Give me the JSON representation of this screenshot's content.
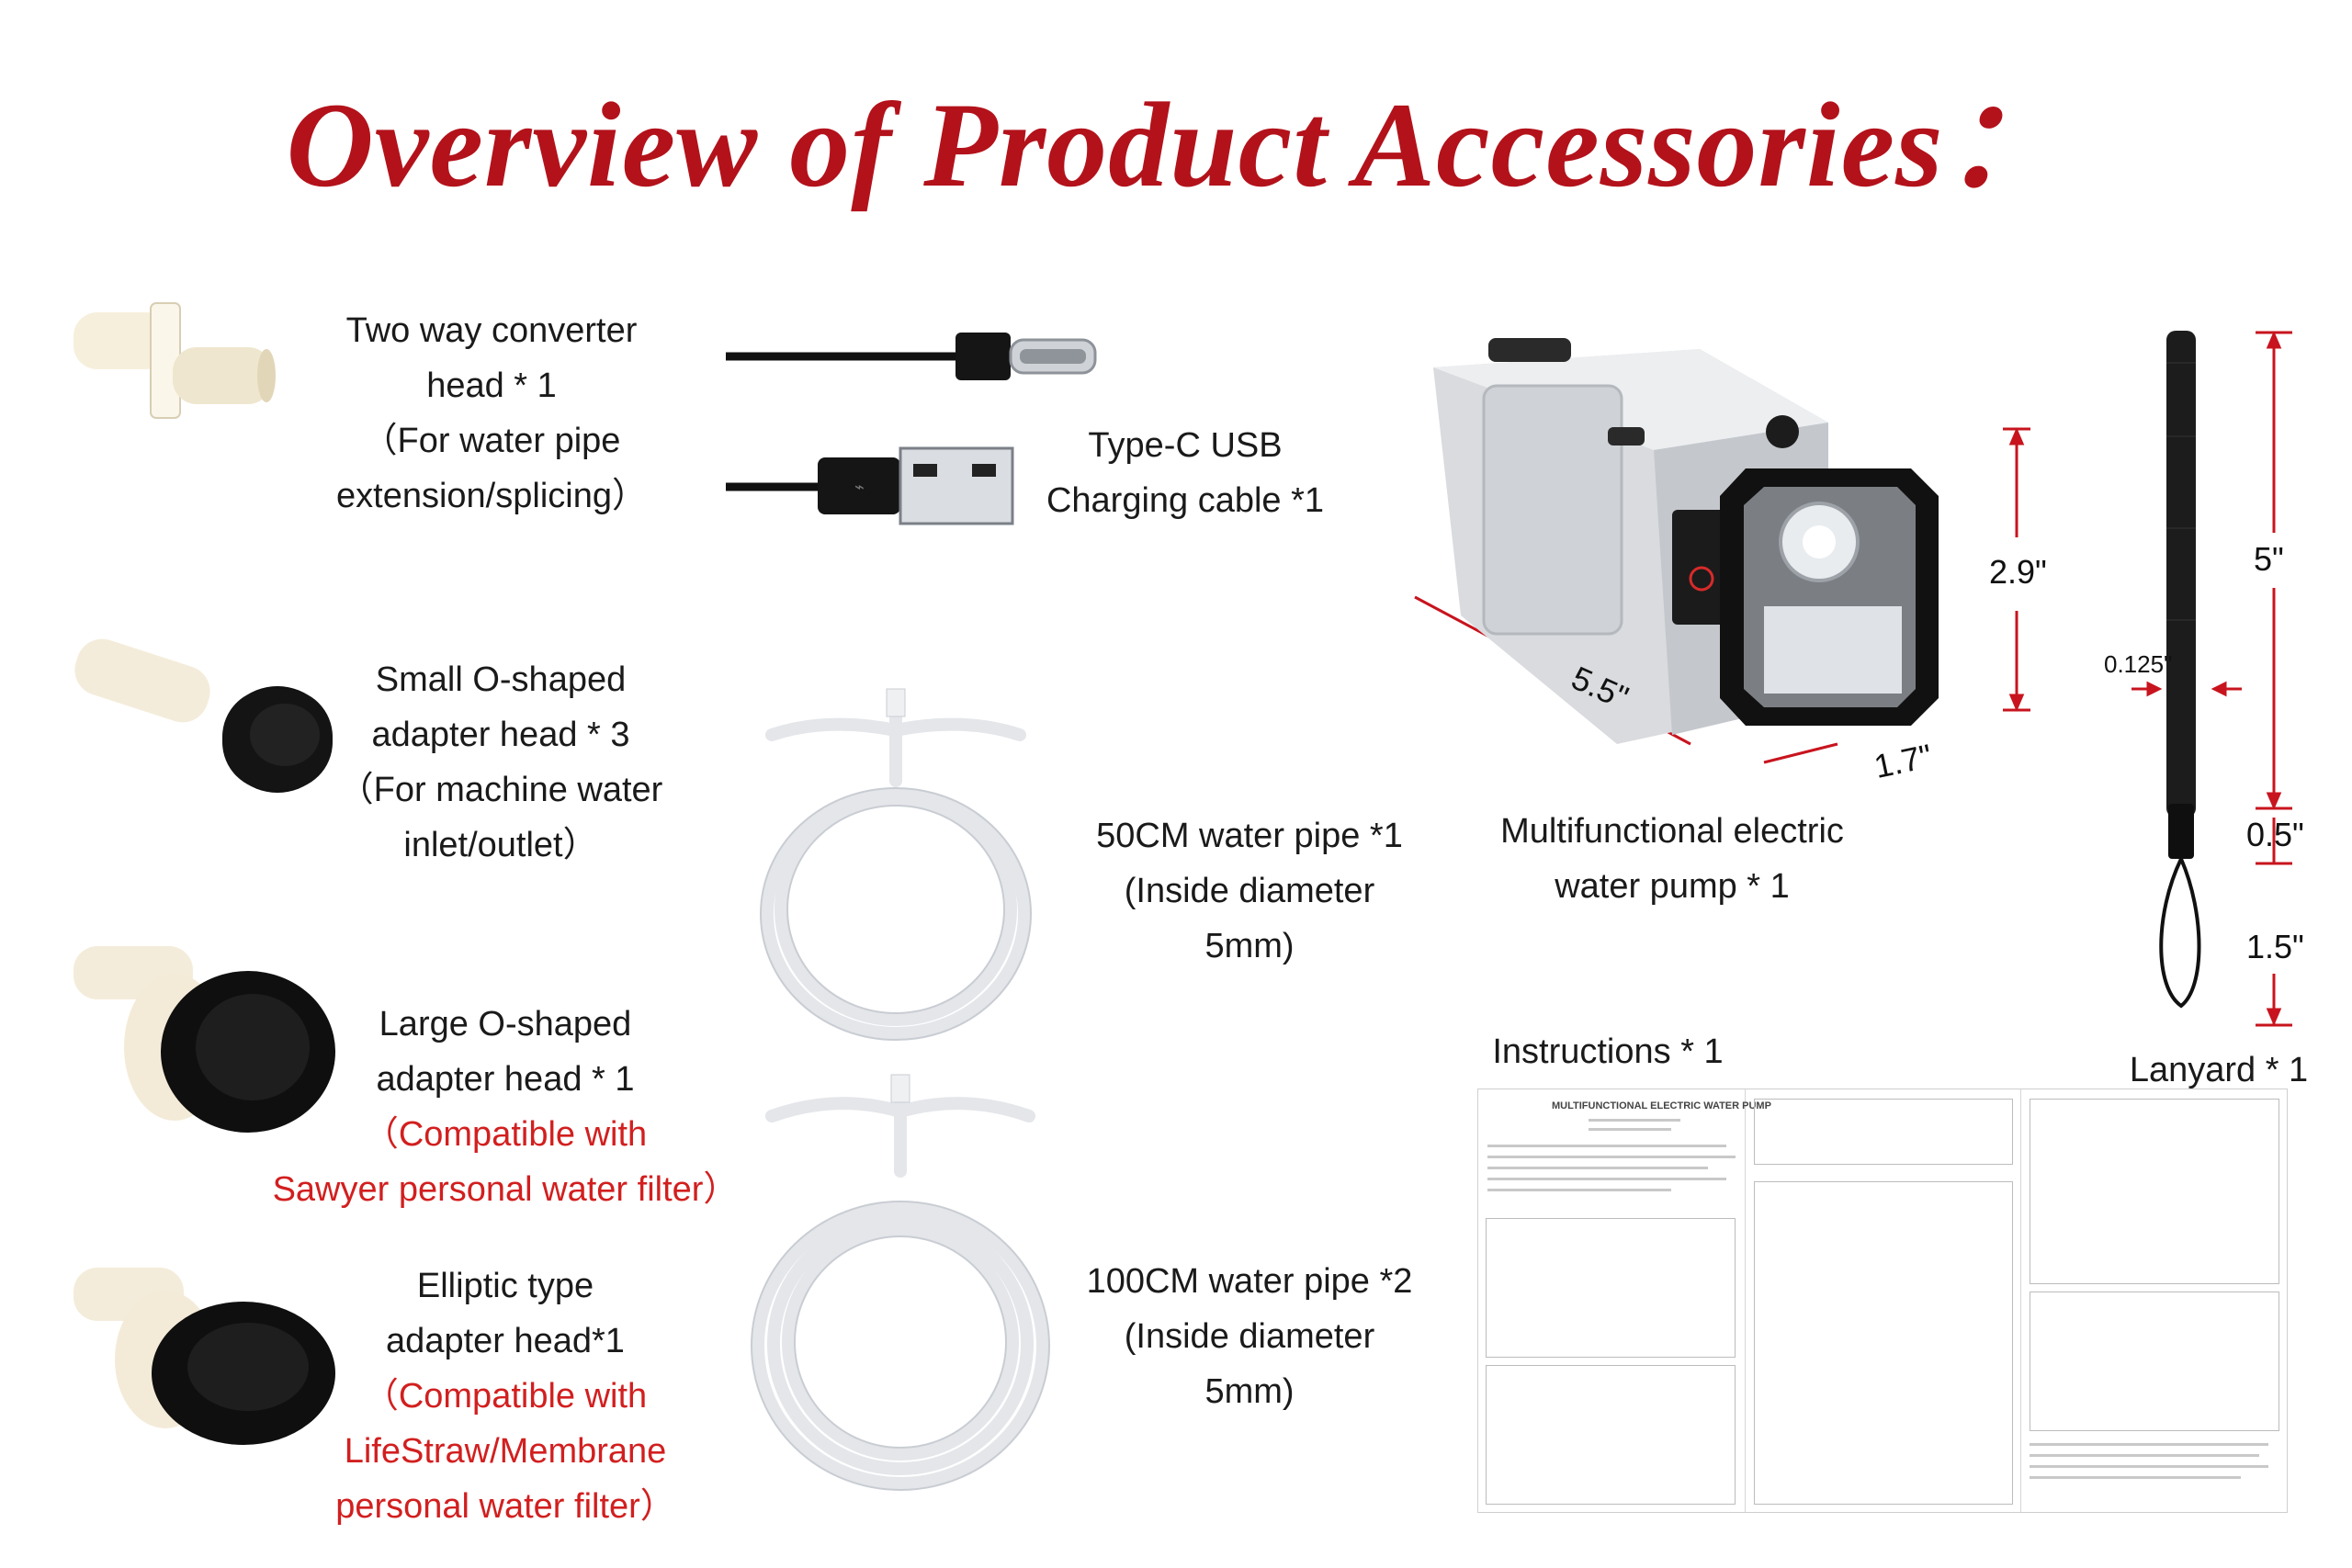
{
  "title": "Overview of Product Accessories：",
  "items": {
    "converter": {
      "line1": "Two way converter",
      "line2": "head * 1",
      "line3": "（For water pipe",
      "line4": "extension/splicing）"
    },
    "small_o": {
      "line1": "Small O-shaped",
      "line2": "adapter head * 3",
      "line3": "（For machine water",
      "line4": "inlet/outlet）"
    },
    "large_o": {
      "line1": "Large O-shaped",
      "line2": "adapter head * 1",
      "line3": "（Compatible with",
      "line4": "Sawyer personal water filter）"
    },
    "elliptic": {
      "line1": "Elliptic type",
      "line2": "adapter head*1",
      "line3": "（Compatible with",
      "line4": "LifeStraw/Membrane",
      "line5": "personal water filter）"
    },
    "cable": {
      "line1": "Type-C USB",
      "line2": "Charging cable *1"
    },
    "pipe50": {
      "line1": "50CM water pipe *1",
      "line2": "(Inside diameter",
      "line3": "5mm)"
    },
    "pipe100": {
      "line1": "100CM water pipe *2",
      "line2": "(Inside diameter",
      "line3": "5mm)"
    },
    "pump": {
      "line1": "Multifunctional electric",
      "line2": "water pump * 1",
      "dim_length": "5.5\"",
      "dim_height": "2.9\"",
      "dim_depth": "1.7\""
    },
    "instructions": {
      "label": "Instructions * 1",
      "doc_title": "MULTIFUNCTIONAL ELECTRIC WATER PUMP"
    },
    "lanyard": {
      "label": "Lanyard * 1",
      "dim_total": "5\"",
      "dim_width": "0.125\"",
      "dim_clip": "0.5\"",
      "dim_loop": "1.5\""
    }
  },
  "colors": {
    "title": "#b3121b",
    "accent_red": "#d21f1f",
    "dimension_red": "#c8141e"
  }
}
